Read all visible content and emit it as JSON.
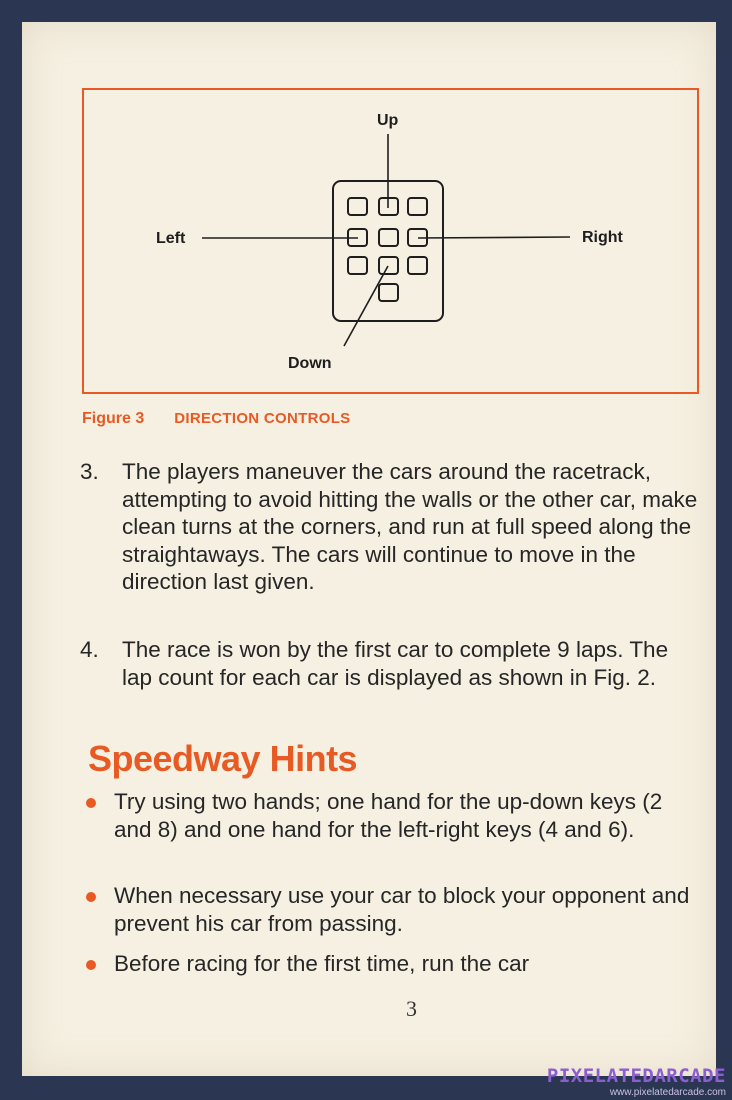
{
  "figure": {
    "labels": {
      "up": "Up",
      "down": "Down",
      "left": "Left",
      "right": "Right"
    },
    "caption_number": "Figure 3",
    "caption_title": "DIRECTION CONTROLS"
  },
  "steps": [
    {
      "number": "3.",
      "text": "The players maneuver the cars around the racetrack, attempting to avoid hitting the walls or the other car, make clean turns at the corners, and run at full speed along the straightaways. The cars will continue to move in the direction last given."
    },
    {
      "number": "4.",
      "text": "The race is won by the first car to complete 9 laps. The lap count for each car is displayed as shown in Fig. 2."
    }
  ],
  "hints": {
    "heading": "Speedway Hints",
    "items": [
      "Try using two hands; one hand for the up-down keys (2 and 8) and one hand for the left-right keys (4 and 6).",
      "When necessary use your car to block your opponent and prevent his car from passing.",
      "Before racing for the first time, run the car"
    ]
  },
  "page_number": "3",
  "watermark": {
    "brand": "PIXELATEDARCADE",
    "url": "www.pixelatedarcade.com"
  },
  "colors": {
    "accent": "#e85a24",
    "paper": "#f6f0e2",
    "ink": "#262626",
    "background": "#2b3752"
  }
}
